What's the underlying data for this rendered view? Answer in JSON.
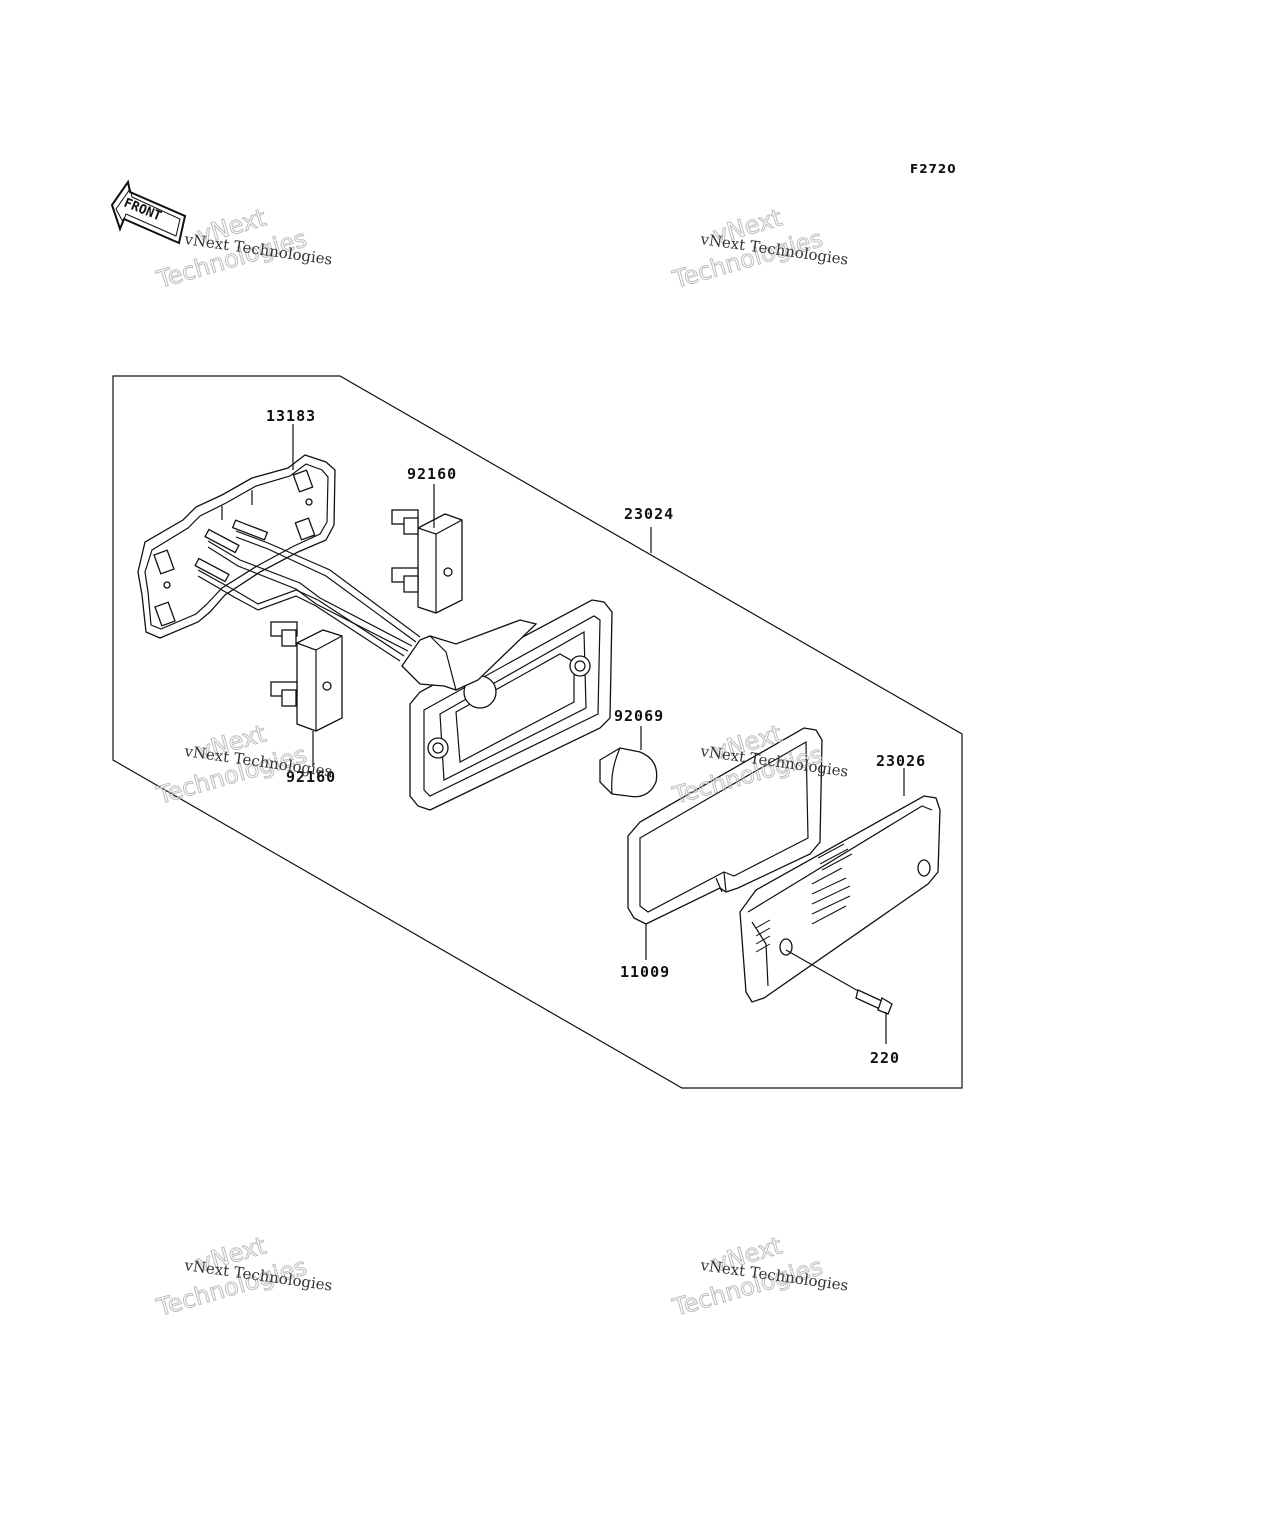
{
  "diagram": {
    "figure_id": "F2720",
    "front_indicator": "FRONT",
    "parts": [
      {
        "id": "13183"
      },
      {
        "id": "92160"
      },
      {
        "id": "23024"
      },
      {
        "id": "92160"
      },
      {
        "id": "92069"
      },
      {
        "id": "23026"
      },
      {
        "id": "11009"
      },
      {
        "id": "220"
      }
    ],
    "watermark": {
      "line": "vNext Technologies",
      "outline_top": "vNext",
      "outline_bottom": "Technologies"
    }
  }
}
